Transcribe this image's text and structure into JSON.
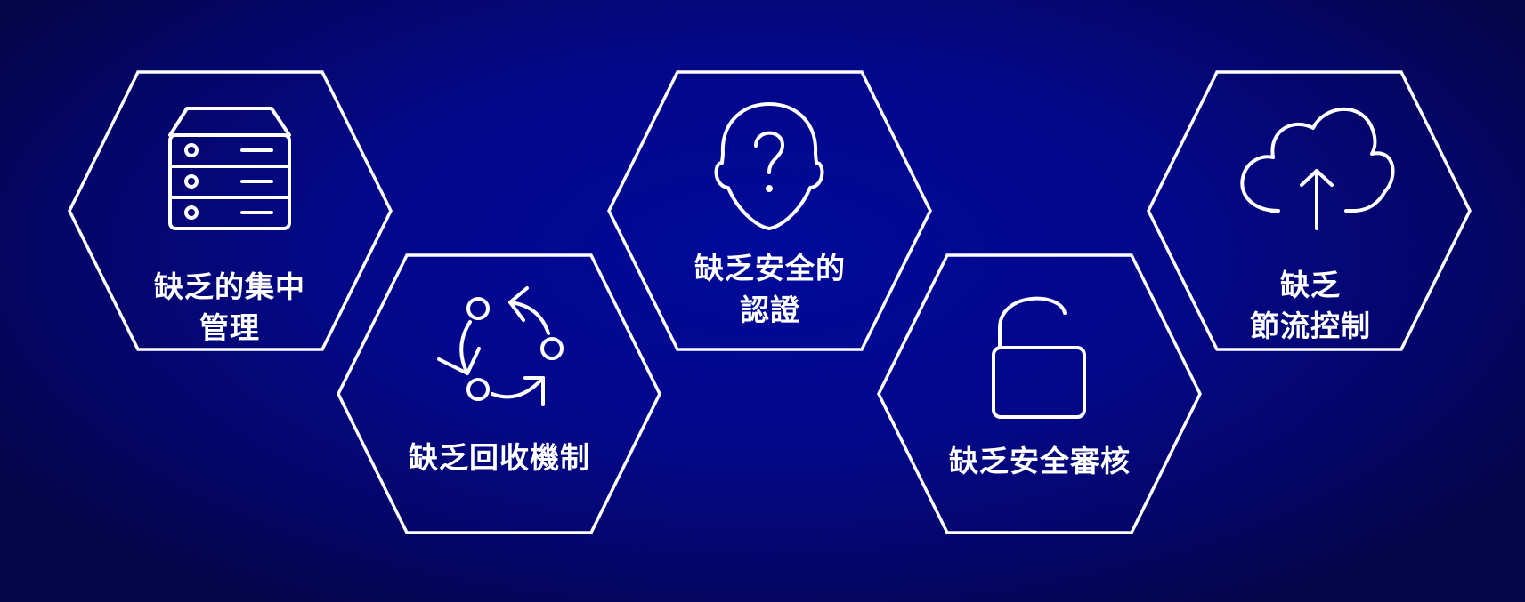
{
  "colors": {
    "background": "#03088a",
    "outline": "#ffffff",
    "text": "#ffffff"
  },
  "items": [
    {
      "icon": "server-rack-icon",
      "lines": [
        "缺乏的集中",
        "管理"
      ]
    },
    {
      "icon": "cycle-arrows-icon",
      "lines": [
        "缺乏回收機制"
      ]
    },
    {
      "icon": "user-question-icon",
      "lines": [
        "缺乏安全的",
        "認證"
      ]
    },
    {
      "icon": "open-padlock-icon",
      "lines": [
        "缺乏安全審核"
      ]
    },
    {
      "icon": "cloud-upload-icon",
      "lines": [
        "缺乏",
        "節流控制"
      ]
    }
  ]
}
